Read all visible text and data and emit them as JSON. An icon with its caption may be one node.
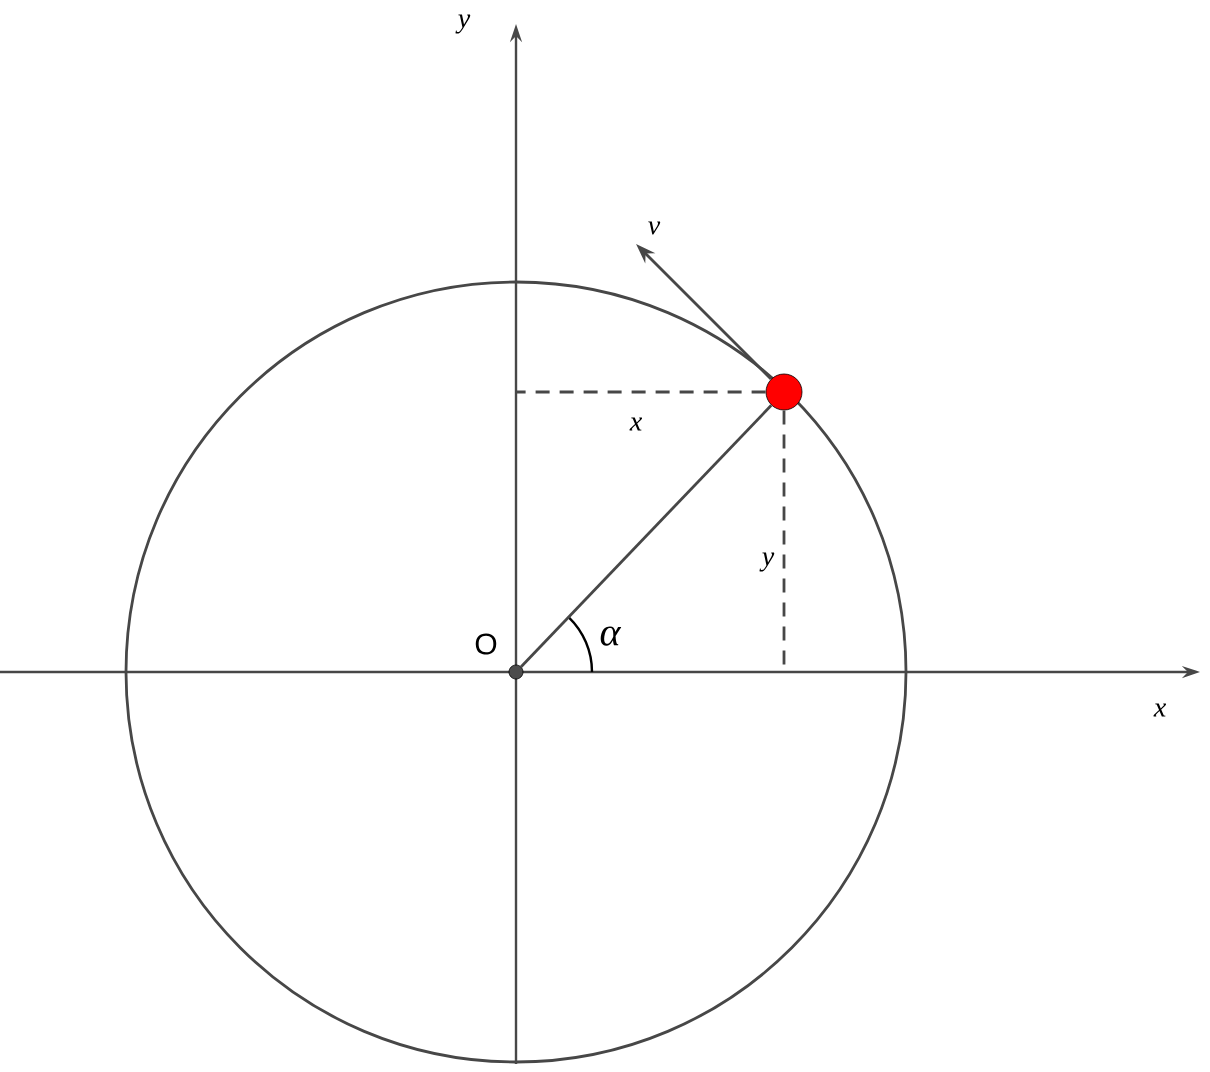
{
  "diagram": {
    "nodes": [
      {
        "text": [],
        "shape": "circle"
      },
      {
        "text": [],
        "shape": "circle"
      }
    ],
    "edges": [
      {
        "from": 0,
        "to": 1,
        "arrow": "none"
      },
      {
        "from": 1,
        "to": null,
        "arrow": "to",
        "label": "v"
      },
      {
        "from": 1,
        "to": null,
        "arrow": "none",
        "style": "dashed",
        "label": "x"
      },
      {
        "from": 1,
        "to": null,
        "arrow": "none",
        "style": "dashed",
        "label": "y"
      }
    ],
    "labels": [
      "y",
      "O",
      "α",
      "x"
    ]
  }
}
